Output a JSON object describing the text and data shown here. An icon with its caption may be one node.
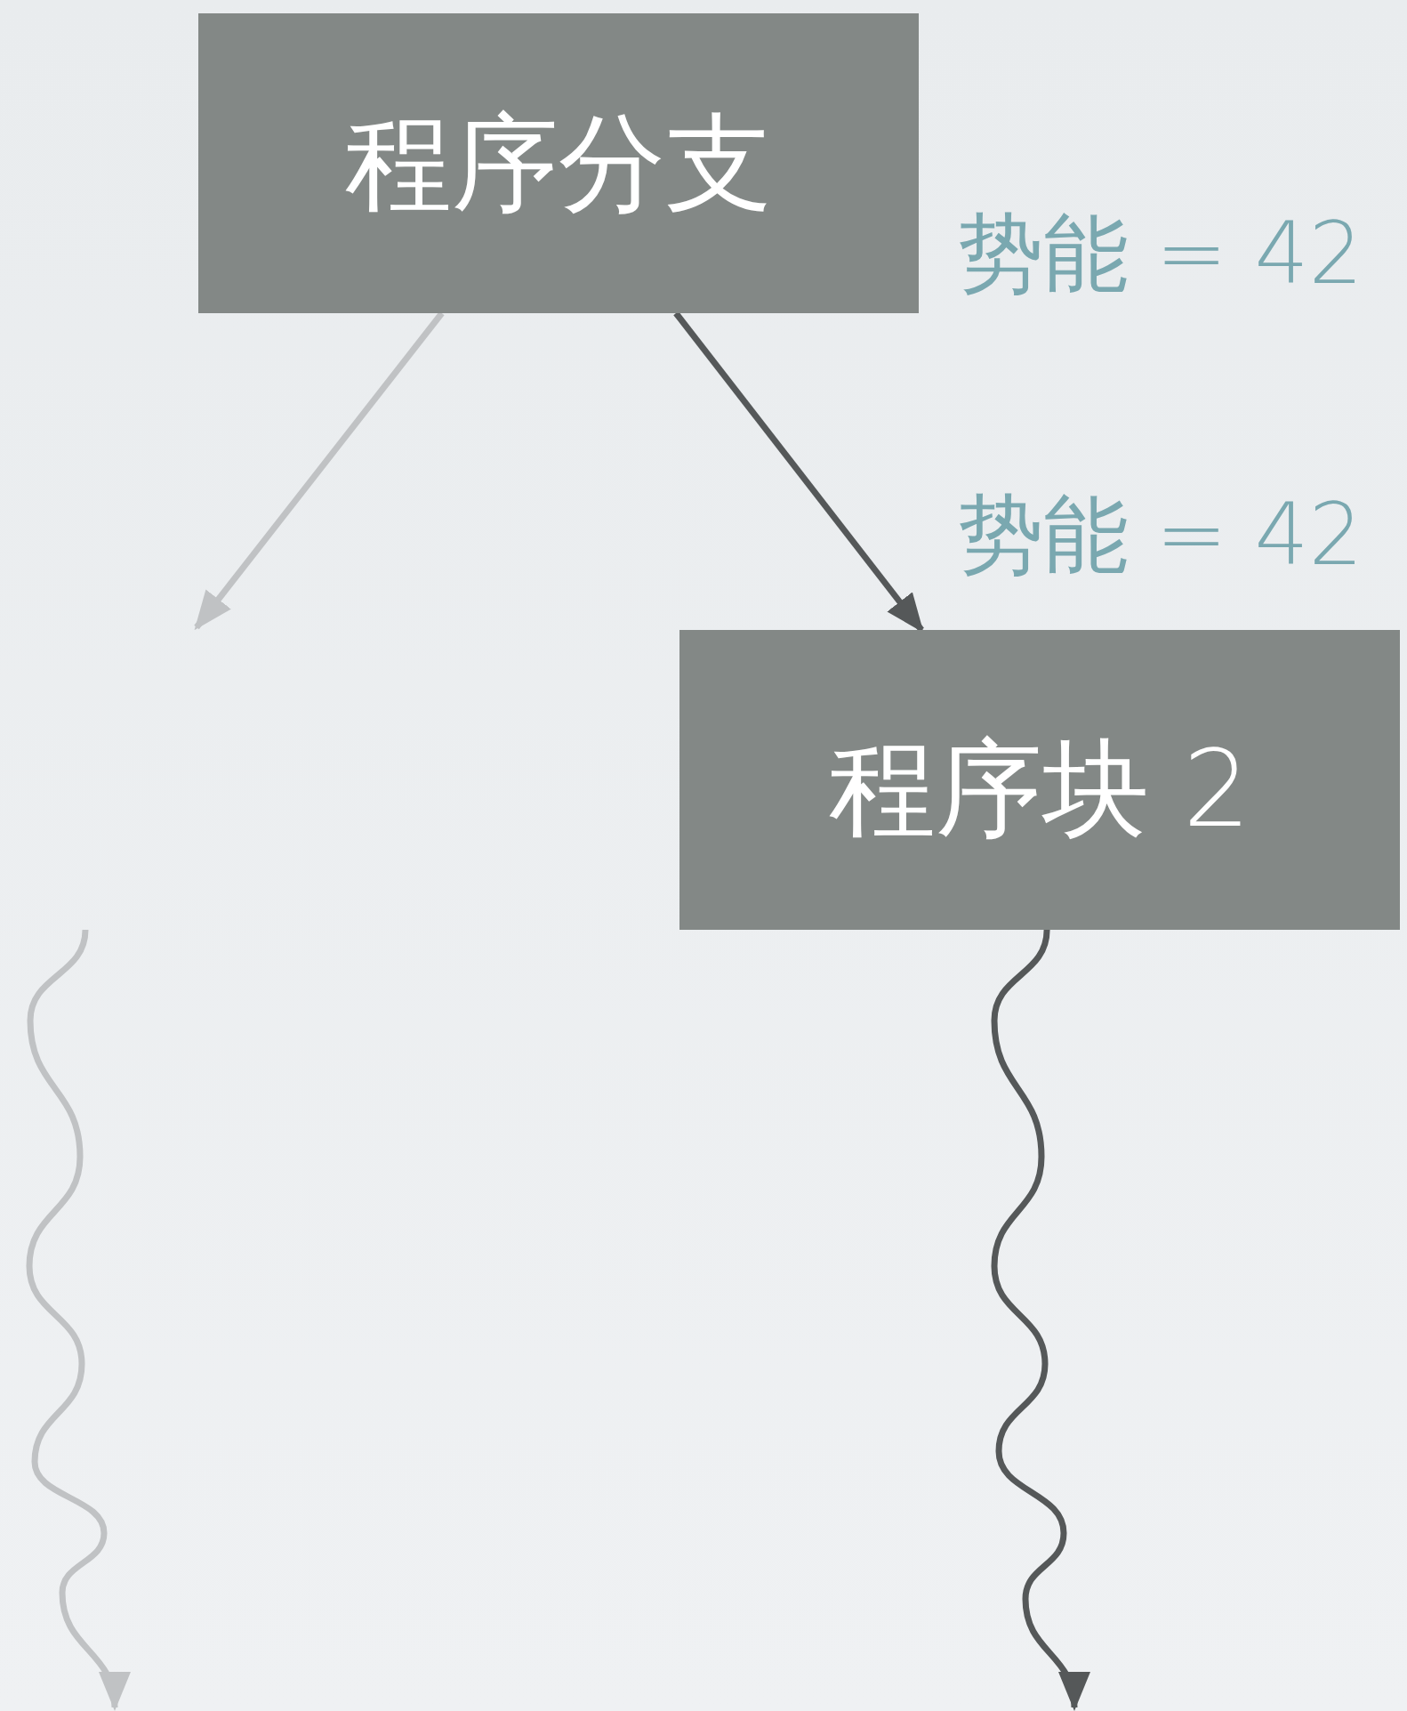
{
  "diagram": {
    "nodes": [
      {
        "text": [
          "程序分支"
        ]
      },
      {
        "text": [
          "程序块 2"
        ]
      }
    ],
    "edges": [
      {
        "from": 0,
        "to": null,
        "arrow": "to",
        "color": "#c0c2c4"
      },
      {
        "from": 0,
        "to": 1,
        "arrow": "to"
      },
      {
        "from": 1,
        "to": null,
        "arrow": "to"
      }
    ],
    "labels": [
      "势能 = 42",
      "势能 = 42"
    ]
  }
}
